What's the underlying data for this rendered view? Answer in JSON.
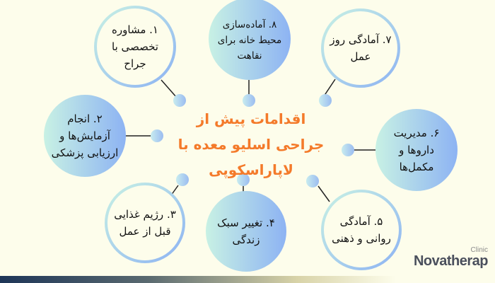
{
  "title": "اقدامات پیش از جراحی اسلیو معده  با لاپاراسکوپی",
  "steps": [
    {
      "label": "۱. مشاوره تخصصی با جراح",
      "style": "outline"
    },
    {
      "label": "۲. انجام آزمایش‌ها و ارزیابی پزشکی",
      "style": "filled"
    },
    {
      "label": "۳. رژیم غذایی قبل از عمل",
      "style": "outline"
    },
    {
      "label": "۴. تغییر سبک زندگی",
      "style": "filled"
    },
    {
      "label": "۵. آمادگی روانی و ذهنی",
      "style": "outline"
    },
    {
      "label": "۶. مدیریت داروها و مکمل‌ها",
      "style": "filled"
    },
    {
      "label": "۷. آمادگی روز عمل",
      "style": "outline"
    },
    {
      "label": "۸. آماده‌سازی محیط خانه برای نقاهت",
      "style": "filled"
    }
  ],
  "brand": {
    "small": "Clinic",
    "name": "Novatherap"
  },
  "colors": {
    "title": "#f47a2a",
    "background": "#fdfdeb",
    "mint": "#c8f1e4",
    "blue": "#8db3f3"
  }
}
